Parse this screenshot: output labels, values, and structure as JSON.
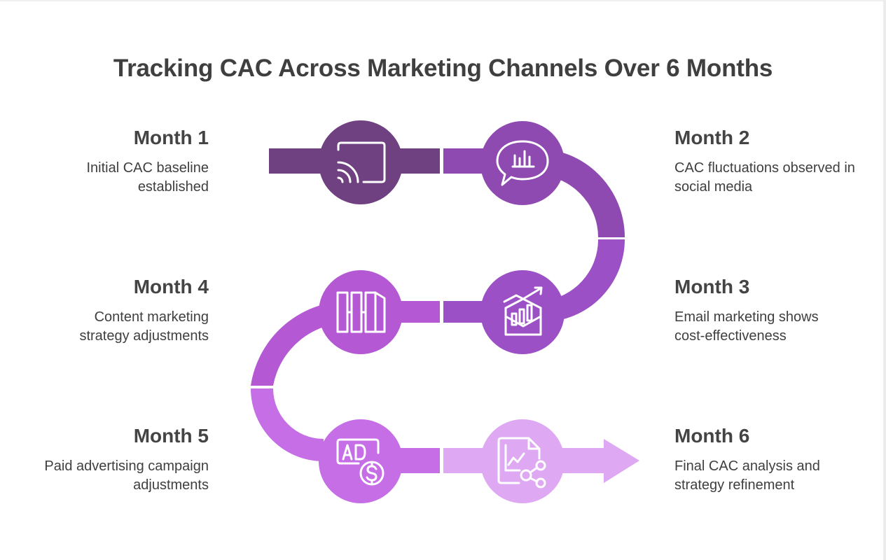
{
  "title": "Tracking CAC Across Marketing Channels Over 6 Months",
  "colors": {
    "step1": "#6f4180",
    "step2": "#8f4ab1",
    "step3": "#9c50c5",
    "step4": "#b558d4",
    "step5": "#c66ee6",
    "step6": "#dfa8f3",
    "icon_stroke": "#ffffff"
  },
  "steps": [
    {
      "title": "Month 1",
      "description": "Initial CAC baseline established",
      "icon": "screen-cast-icon"
    },
    {
      "title": "Month 2",
      "description": "CAC fluctuations observed in social media",
      "icon": "chat-chart-icon"
    },
    {
      "title": "Month 3",
      "description": "Email marketing shows cost-effectiveness",
      "icon": "email-chart-icon"
    },
    {
      "title": "Month 4",
      "description": "Content marketing strategy adjustments",
      "icon": "columns-icon"
    },
    {
      "title": "Month 5",
      "description": "Paid advertising campaign adjustments",
      "icon": "ad-dollar-icon"
    },
    {
      "title": "Month 6",
      "description": "Final CAC analysis and strategy refinement",
      "icon": "report-share-icon"
    }
  ]
}
